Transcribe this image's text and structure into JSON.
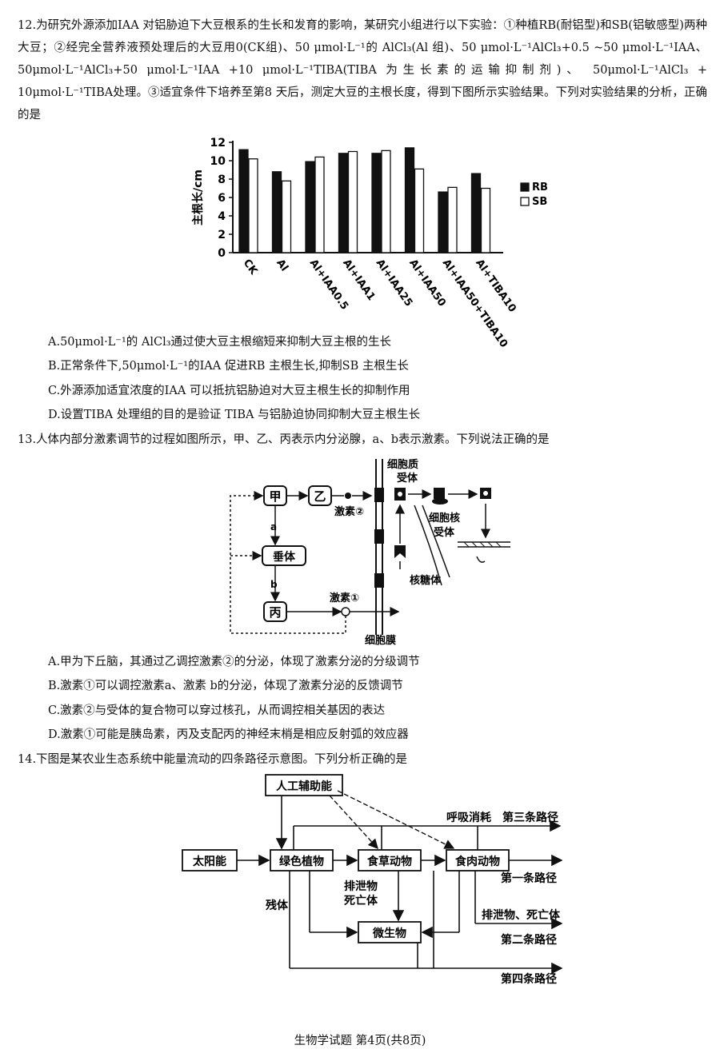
{
  "q12": {
    "stem": "12.为研究外源添加IAA 对铝胁迫下大豆根系的生长和发育的影响，某研究小组进行以下实验：①种植RB(耐铝型)和SB(铝敏感型)两种大豆；②经完全营养液预处理后的大豆用0(CK组)、50 μmol·L⁻¹的 AlCl₃(Al 组)、50 μmol·L⁻¹AlCl₃+0.5 ~50 μmol·L⁻¹IAA、50μmol·L⁻¹AlCl₃+50 μmol·L⁻¹IAA +10 μmol·L⁻¹TIBA(TIBA 为生长素的运输抑制剂)、 50μmol·L⁻¹AlCl₃ + 10μmol·L⁻¹TIBA处理。③适宜条件下培养至第8 天后，测定大豆的主根长度，得到下图所示实验结果。下列对实验结果的分析，正确的是",
    "options": [
      "A.50μmol·L⁻¹的 AlCl₃通过使大豆主根缩短来抑制大豆主根的生长",
      "B.正常条件下,50μmol·L⁻¹的IAA 促进RB 主根生长,抑制SB 主根生长",
      "C.外源添加适宜浓度的IAA 可以抵抗铝胁迫对大豆主根生长的抑制作用",
      "D.设置TIBA 处理组的目的是验证 TIBA 与铝胁迫协同抑制大豆主根生长"
    ]
  },
  "chart_data": {
    "type": "bar",
    "ylabel": "主根长/cm",
    "ylim": [
      0,
      12
    ],
    "yticks": [
      "0",
      "2",
      "4",
      "6",
      "8",
      "10",
      "12"
    ],
    "categories": [
      "CK",
      "Al",
      "Al+IAA0.5",
      "Al+IAA1",
      "Al+IAA25",
      "Al+IAA50",
      "Al+IAA50+TIBA10",
      "Al+TIBA10"
    ],
    "series": [
      {
        "name": "RB",
        "color": "#111111",
        "values": [
          11.2,
          8.8,
          9.9,
          10.8,
          10.8,
          11.4,
          6.6,
          8.6
        ]
      },
      {
        "name": "SB",
        "color": "#ffffff",
        "values": [
          10.2,
          7.8,
          10.4,
          11.0,
          11.1,
          9.1,
          7.1,
          7.0
        ]
      }
    ],
    "legend": "right"
  },
  "q13": {
    "stem": "13.人体内部分激素调节的过程如图所示，甲、乙、丙表示内分泌腺，a、b表示激素。下列说法正确的是",
    "diagram": {
      "jia": "甲",
      "yi": "乙",
      "chuiti": "垂体",
      "bing": "丙",
      "a": "a",
      "b": "b",
      "hormone1": "激素①",
      "hormone2": "激素②",
      "cytoplasm_receptor_1": "细胞质",
      "cytoplasm_receptor_2": "受体",
      "nuclear_receptor_1": "细胞核",
      "nuclear_receptor_2": "受体",
      "ribosome": "核糖体",
      "membrane": "细胞膜"
    },
    "options": [
      "A.甲为下丘脑，其通过乙调控激素②的分泌，体现了激素分泌的分级调节",
      "B.激素①可以调控激素a、激素 b的分泌，体现了激素分泌的反馈调节",
      "C.激素②与受体的复合物可以穿过核孔，从而调控相关基因的表达",
      "D.激素①可能是胰岛素，丙及支配丙的神经末梢是相应反射弧的效应器"
    ]
  },
  "q14": {
    "stem": "14.下图是某农业生态系统中能量流动的四条路径示意图。下列分析正确的是",
    "diagram": {
      "artificial": "人工辅助能",
      "sun": "太阳能",
      "plants": "绿色植物",
      "herbivore": "食草动物",
      "carnivore": "食肉动物",
      "microbe": "微生物",
      "respiration": "呼吸消耗",
      "path3": "第三条路径",
      "path1": "第一条路径",
      "path2": "第二条路径",
      "path4": "第四条路径",
      "residue": "残体",
      "excreta1": "排泄物",
      "excreta2": "死亡体",
      "excreta_dead": "排泄物、死亡体"
    }
  },
  "footer": "生物学试题 第4页(共8页)"
}
